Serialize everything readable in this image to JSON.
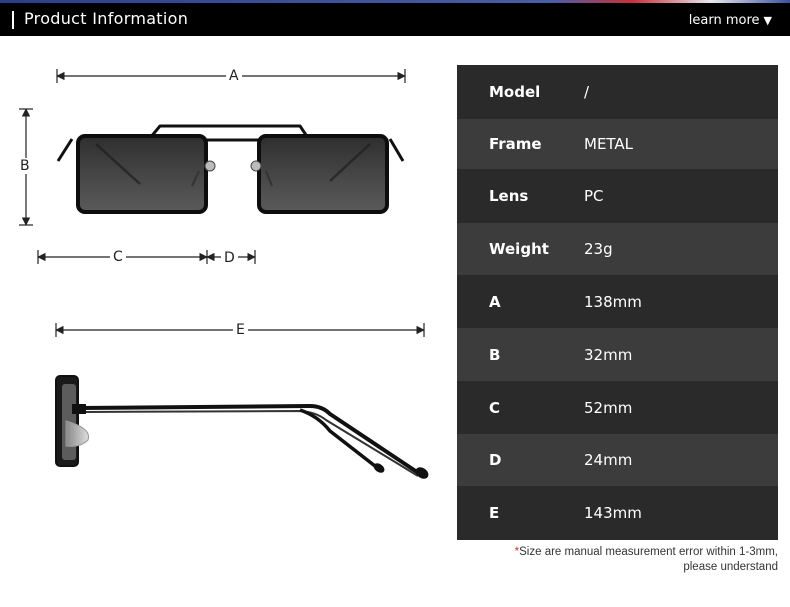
{
  "header": {
    "title": "Product Information",
    "learn_more": "learn more",
    "learn_more_arrow": "▼"
  },
  "diagram": {
    "labels": {
      "a": "A",
      "b": "B",
      "c": "C",
      "d": "D",
      "e": "E"
    }
  },
  "specs": [
    {
      "key": "Model",
      "value": "/"
    },
    {
      "key": "Frame",
      "value": "METAL"
    },
    {
      "key": "Lens",
      "value": "PC"
    },
    {
      "key": "Weight",
      "value": "23g"
    },
    {
      "key": "A",
      "value": "138mm"
    },
    {
      "key": "B",
      "value": "32mm"
    },
    {
      "key": "C",
      "value": "52mm"
    },
    {
      "key": "D",
      "value": "24mm"
    },
    {
      "key": "E",
      "value": "143mm"
    }
  ],
  "note": {
    "star": "*",
    "line1": "Size are manual measurement error within 1-3mm,",
    "line2": "please understand"
  },
  "colors": {
    "header_bg": "#000000",
    "table_dark": "#2a2a2a",
    "table_light": "#3c3c3c",
    "lens": "#3d3d3d"
  }
}
